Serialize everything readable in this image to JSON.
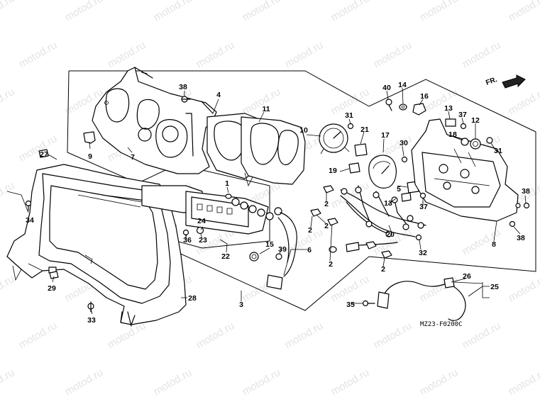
{
  "diagram": {
    "drawing_code": "MZ23-F0200C",
    "direction_label": "FR.",
    "watermark": "motod.ru",
    "part_numbers": [
      "1",
      "2",
      "3",
      "4",
      "5",
      "6",
      "7",
      "8",
      "9",
      "10",
      "11",
      "12",
      "13",
      "14",
      "15",
      "16",
      "17",
      "18",
      "19",
      "20",
      "21",
      "22",
      "23",
      "24",
      "25",
      "26",
      "27",
      "28",
      "29",
      "30",
      "31",
      "32",
      "33",
      "34",
      "35",
      "36",
      "37",
      "38",
      "39",
      "40"
    ]
  },
  "colors": {
    "line": "#000000",
    "background": "#ffffff",
    "watermark": "#c9cdd6"
  }
}
